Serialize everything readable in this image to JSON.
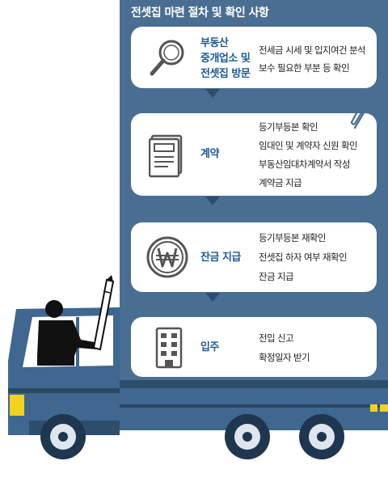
{
  "title": "전셋집 마련 절차 및 확인 사항",
  "steps": [
    {
      "name": [
        "부동산",
        "중개업소 및",
        "전셋집 방문"
      ],
      "icon": "magnifier-icon",
      "checks": [
        "전세금 시세 및 입지여건 분석",
        "보수 필요한 부분 등 확인"
      ]
    },
    {
      "name": [
        "계약"
      ],
      "icon": "document-icon",
      "checks": [
        "등기부등본 확인",
        "임대인 및 계약자 신원 확인",
        "부동산임대차계약서 작성",
        "계약금 지급"
      ]
    },
    {
      "name": [
        "잔금 지급"
      ],
      "icon": "won-coin-icon",
      "checks": [
        "등기부등본 재확인",
        "전셋집 하자 여부 재확인",
        "잔금 지급"
      ]
    },
    {
      "name": [
        "입주"
      ],
      "icon": "apartment-building-icon",
      "checks": [
        "전입 신고",
        "확정일자 받기"
      ]
    }
  ],
  "colors": {
    "panel": "#4a6e92",
    "accent": "#1d5a95",
    "truck": "#3f6790",
    "dark": "#2e4d6c"
  }
}
